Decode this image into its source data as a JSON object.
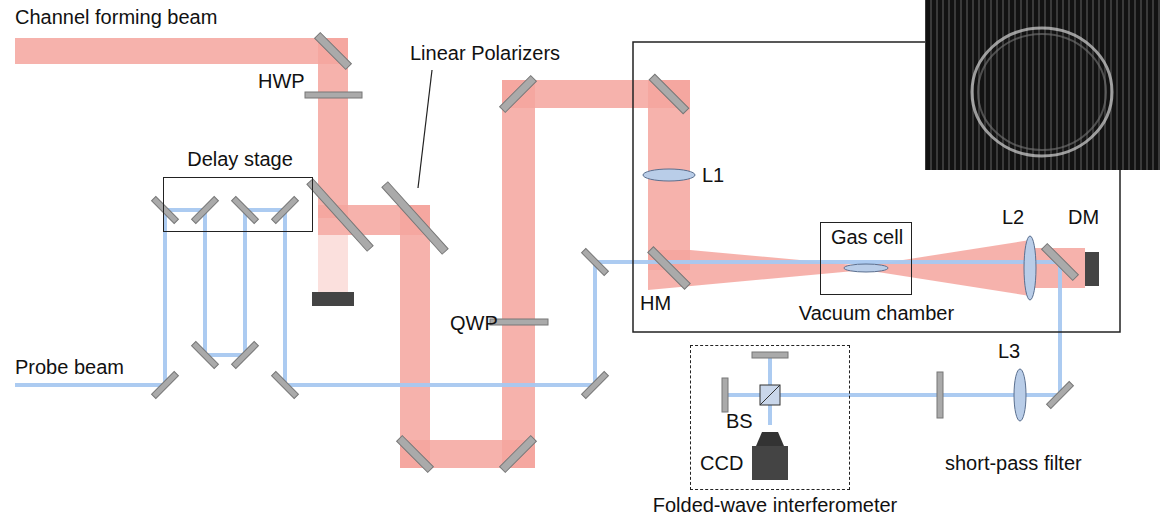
{
  "diagram": {
    "nodes": [
      {
        "text": [
          "Delay stage"
        ]
      },
      {
        "text": [
          "Vacuum chamber"
        ]
      },
      {
        "text": [
          "Gas cell"
        ],
        "in": 1
      },
      {
        "text": [
          "Folded-wave interferometer"
        ]
      }
    ],
    "labels": [
      "Channel forming beam",
      "HWP",
      "Linear Polarizers",
      "Probe beam",
      "QWP",
      "L1",
      "HM",
      "L2",
      "DM",
      "L3",
      "BS",
      "CCD",
      "short-pass filter"
    ]
  }
}
